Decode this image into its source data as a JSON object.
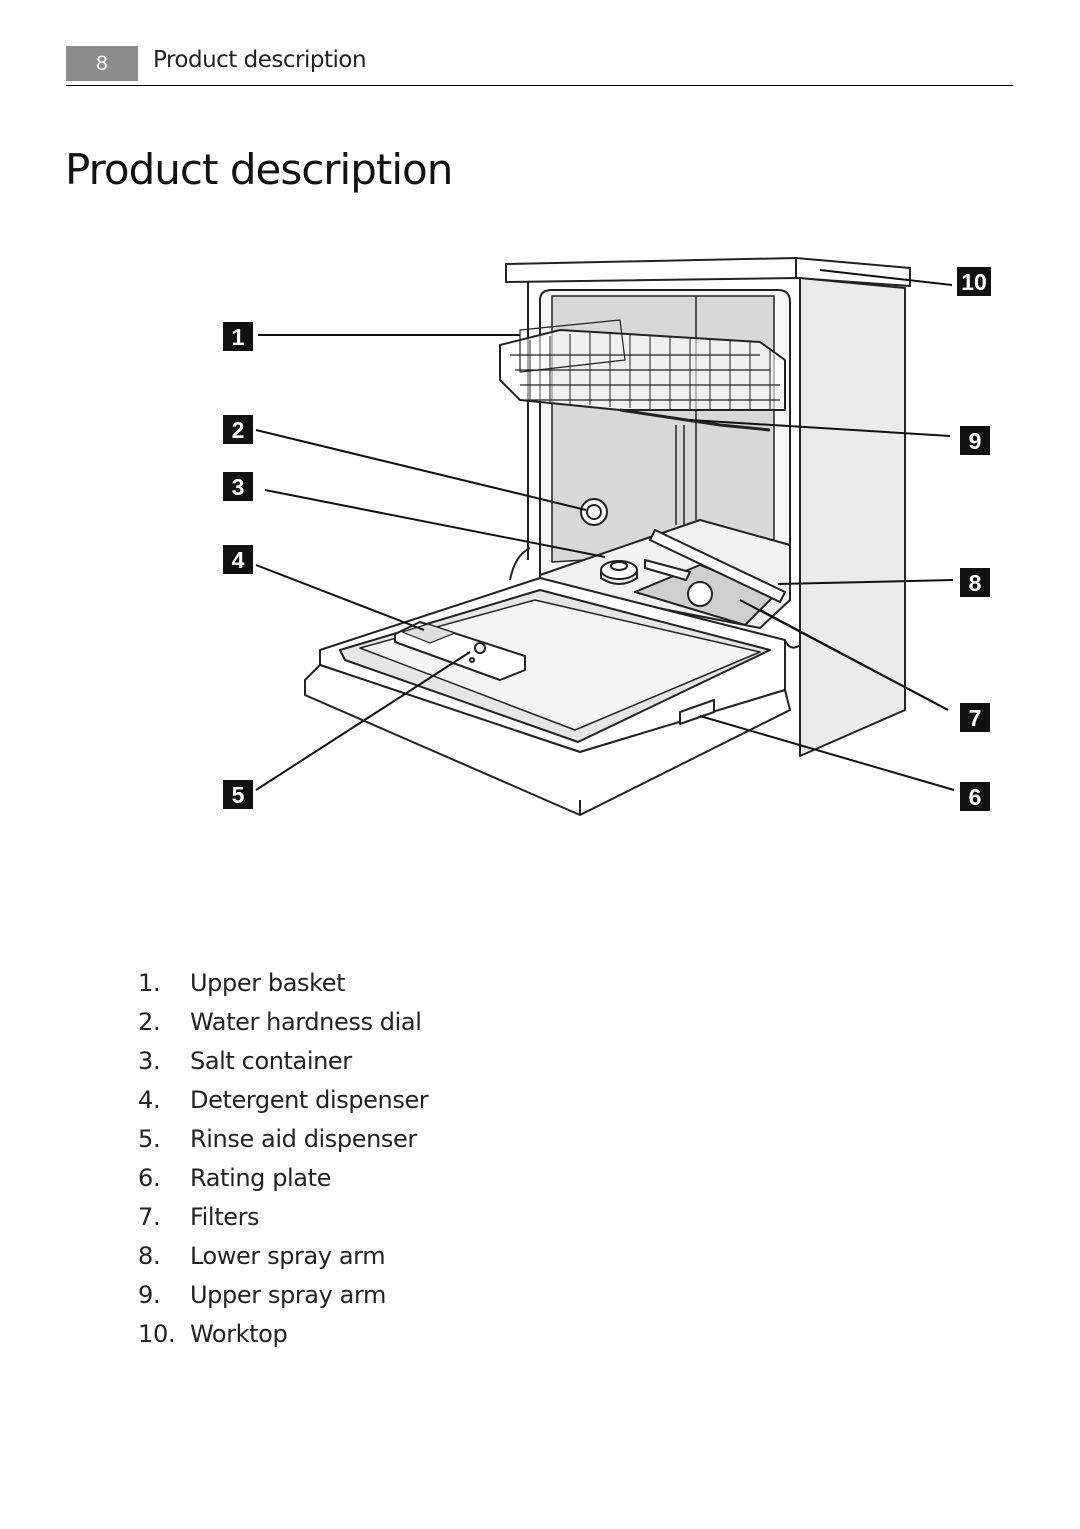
{
  "header": {
    "page_number": "8",
    "section": "Product description"
  },
  "title": "Product description",
  "diagram": {
    "callouts": [
      "1",
      "2",
      "3",
      "4",
      "5",
      "6",
      "7",
      "8",
      "9",
      "10"
    ]
  },
  "parts": [
    {
      "num": "1.",
      "label": "Upper basket"
    },
    {
      "num": "2.",
      "label": "Water hardness dial"
    },
    {
      "num": "3.",
      "label": "Salt container"
    },
    {
      "num": "4.",
      "label": "Detergent dispenser"
    },
    {
      "num": "5.",
      "label": "Rinse aid dispenser"
    },
    {
      "num": "6.",
      "label": "Rating plate"
    },
    {
      "num": "7.",
      "label": "Filters"
    },
    {
      "num": "8.",
      "label": "Lower spray arm"
    },
    {
      "num": "9.",
      "label": "Upper spray arm"
    },
    {
      "num": "10.",
      "label": "Worktop"
    }
  ]
}
